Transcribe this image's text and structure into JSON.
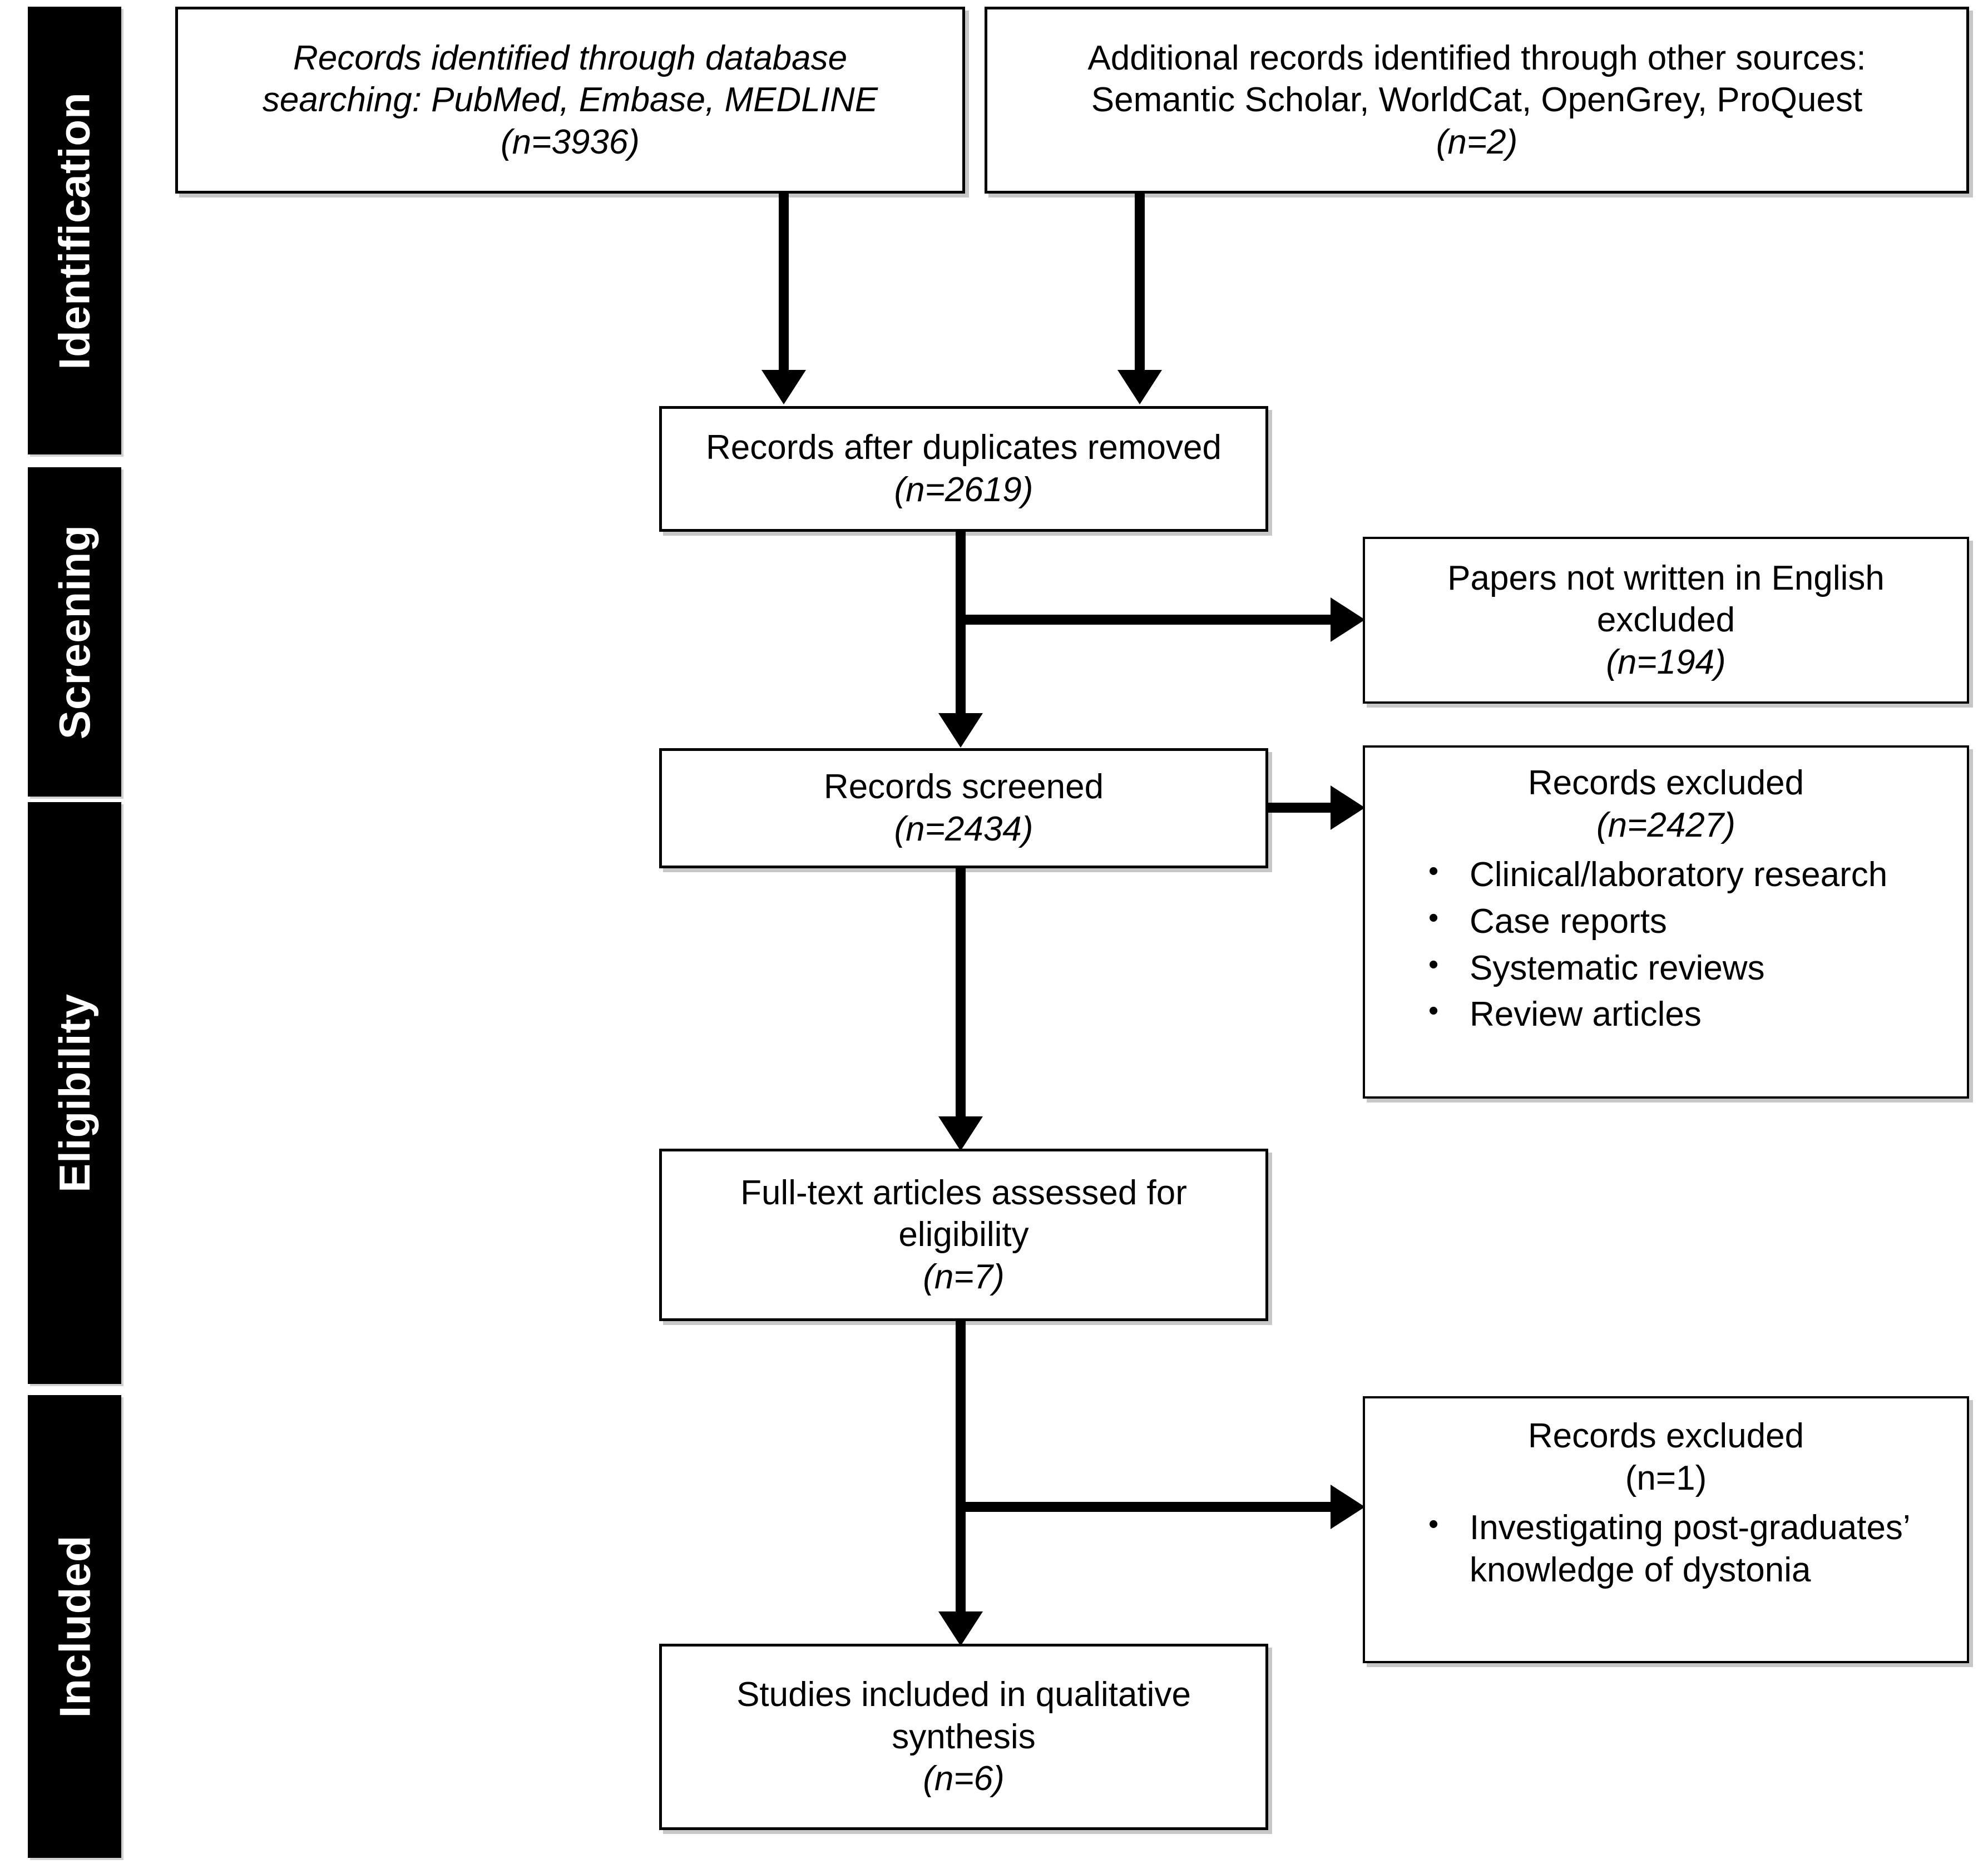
{
  "diagram": {
    "title": "PRISMA flow diagram",
    "colors": {
      "stage_bar_background": "#000000",
      "stage_bar_text": "#ffffff",
      "box_border": "#000000",
      "box_background": "#ffffff",
      "connector": "#000000"
    }
  },
  "stages": [
    {
      "id": "identification",
      "label": "Identification"
    },
    {
      "id": "screening",
      "label": "Screening"
    },
    {
      "id": "eligibility",
      "label": "Eligibility"
    },
    {
      "id": "included",
      "label": "Included"
    }
  ],
  "boxes": {
    "database_search": {
      "line1": "Records identified through database",
      "line2": "searching: PubMed, Embase, MEDLINE",
      "count": "(n=3936)"
    },
    "other_sources": {
      "line1": "Additional records identified through other sources:",
      "line2": "Semantic Scholar, WorldCat, OpenGrey, ProQuest",
      "count": "(n=2)"
    },
    "duplicates_removed": {
      "line1": "Records after duplicates removed",
      "count": "(n=2619)"
    },
    "not_english_excluded": {
      "line1": "Papers not written in English",
      "line2": "excluded",
      "count": "(n=194)"
    },
    "records_screened": {
      "line1": "Records screened",
      "count": "(n=2434)"
    },
    "records_excluded_screening": {
      "line1": "Records excluded",
      "count": "(n=2427)",
      "reasons": [
        "Clinical/laboratory research",
        "Case reports",
        "Systematic reviews",
        "Review articles"
      ]
    },
    "fulltext_assessed": {
      "line1": "Full-text articles assessed for",
      "line2": "eligibility",
      "count": "(n=7)"
    },
    "records_excluded_eligibility": {
      "line1": "Records excluded",
      "count": "(n=1)",
      "reasons": [
        "Investigating post-graduates’ knowledge of dystonia"
      ]
    },
    "studies_included": {
      "line1": "Studies included in qualitative",
      "line2": "synthesis",
      "count": "(n=6)"
    }
  }
}
